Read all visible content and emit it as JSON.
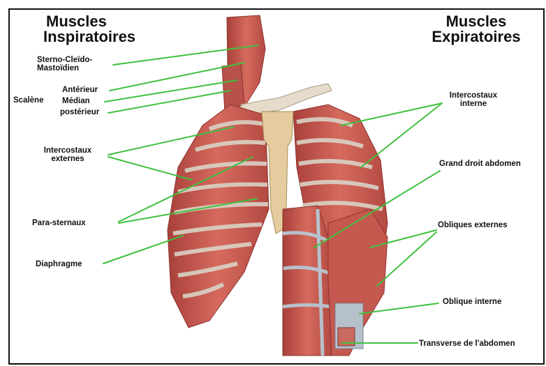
{
  "titles": {
    "left_line1": "Muscles",
    "left_line2": "Inspiratoires",
    "right_line1": "Muscles",
    "right_line2": "Expiratoires"
  },
  "labels": {
    "sterno_line1": "Sterno-Cleïdo-",
    "sterno_line2": "Mastoïdien",
    "scalene": "Scalène",
    "anterieur": "Antérieur",
    "median": "Médian",
    "posterieur": "postérieur",
    "intercostaux_externes_line1": "Intercostaux",
    "intercostaux_externes_line2": "externes",
    "para_sternaux": "Para-sternaux",
    "diaphragme": "Diaphragme",
    "intercostaux_interne_line1": "Intercostaux",
    "intercostaux_interne_line2": "interne",
    "grand_droit": "Grand droit abdomen",
    "obliques_externes": "Obliques externes",
    "oblique_interne": "Oblique interne",
    "transverse": "Transverse de l'abdomen"
  },
  "colors": {
    "leader_line": "#3fc13f",
    "muscle": "#c8574f",
    "muscle_dark": "#9e3a34",
    "rib": "#e4ddd3",
    "cartilage": "#b8c2cc",
    "sternum": "#e6cfa0"
  }
}
